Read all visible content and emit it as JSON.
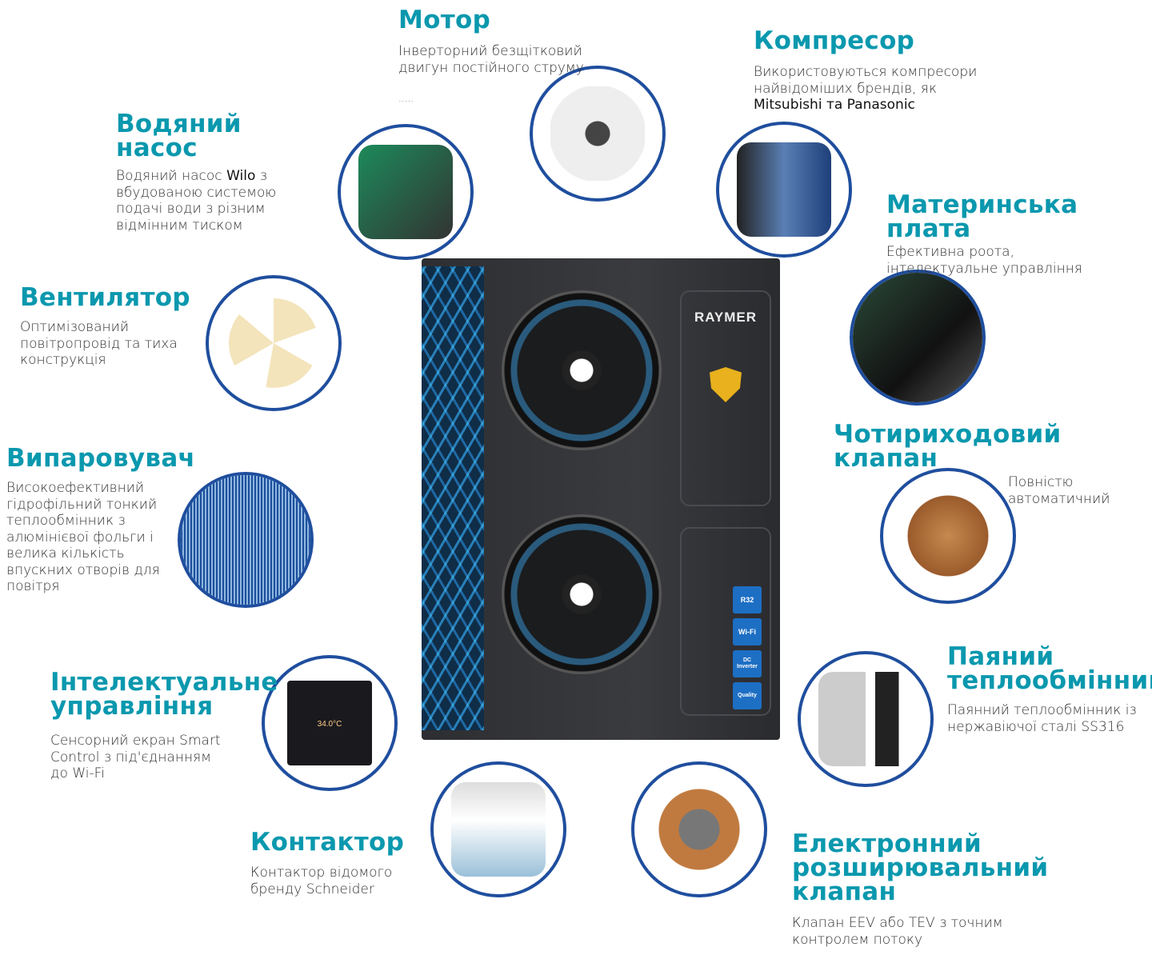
{
  "product": {
    "brand": "RAYMER",
    "badges": [
      "R32",
      "Wi-Fi",
      "DC Inverter",
      "Quality"
    ]
  },
  "components": {
    "motor": {
      "title": "Мотор",
      "desc": "Інверторний безщітковий двигун постійного струму",
      "extra": "....."
    },
    "compressor": {
      "title": "Компресор",
      "desc": "Використовуються компресори найвідоміших брендів, як",
      "bold": "Mitsubishi та Panasonic"
    },
    "pump": {
      "title": "Водяний насос",
      "desc_pre": "Водяний насос ",
      "bold": "Wilo",
      "desc_post": " з вбудованою системою подачі води з різним відмінним тиском"
    },
    "board": {
      "title": "Материнська плата",
      "desc": "Ефективна роота, інтелектуальне управління"
    },
    "fan": {
      "title": "Вентилятор",
      "desc": "Оптимізований повітропровід та тиха конструкція"
    },
    "valve4": {
      "title": "Чотириходовий клапан",
      "desc": "Повністю автоматичний"
    },
    "evaporator": {
      "title": "Випаровувач",
      "desc": "Високоефективний гідрофільний тонкий теплообмінник з алюмінієвої фольги і велика кількість впускних отворів для повітря"
    },
    "control": {
      "title": "Інтелектуальне управління",
      "desc": "Сенсорний екран Smart Control з під'єднанням до Wi-Fi",
      "screen": "34.0°C"
    },
    "hx": {
      "title": "Паяний теплообмінник",
      "desc": "Паянний теплообмінник із нержавіючої сталі SS316"
    },
    "contactor": {
      "title": "Контактор",
      "desc": "Контактор відомого бренду Schneider"
    },
    "eev": {
      "title": "Електронний розширювальний клапан",
      "desc": "Клапан EEV або TEV з точним контролем потоку"
    }
  }
}
